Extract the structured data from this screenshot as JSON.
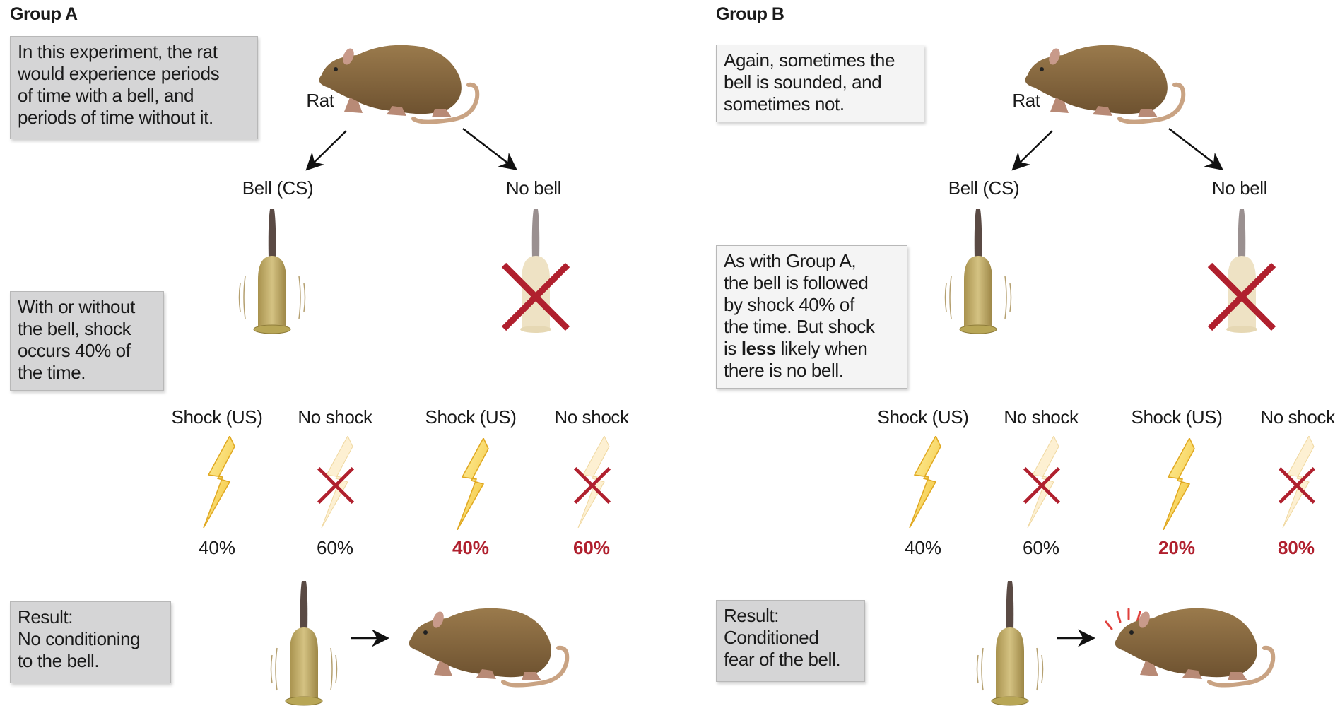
{
  "groups": [
    {
      "title": "Group A",
      "intro_lines": [
        "In this experiment, the rat",
        "would experience periods",
        "of time with a bell, and",
        "periods of time without it."
      ],
      "rat_label": "Rat",
      "branches": [
        "Bell (CS)",
        "No bell"
      ],
      "note_lines": [
        "With or without",
        "the bell, shock",
        "occurs 40% of",
        "the time."
      ],
      "outcomes": [
        {
          "label": "Shock (US)",
          "percent": "40%",
          "highlight": false
        },
        {
          "label": "No shock",
          "percent": "60%",
          "highlight": false
        },
        {
          "label": "Shock (US)",
          "percent": "40%",
          "highlight": true
        },
        {
          "label": "No shock",
          "percent": "60%",
          "highlight": true
        }
      ],
      "result_lines": [
        "Result:",
        "No conditioning",
        "to the bell."
      ]
    },
    {
      "title": "Group B",
      "intro_lines": [
        "Again, sometimes the",
        "bell is sounded, and",
        "sometimes not."
      ],
      "rat_label": "Rat",
      "branches": [
        "Bell (CS)",
        "No bell"
      ],
      "note_lines": [
        "As with Group A,",
        "the bell is followed",
        "by shock 40% of",
        "the time. But shock"
      ],
      "note_line5": {
        "pre": "is ",
        "bold": "less",
        "post": " likely when"
      },
      "note_line6": "there is no bell.",
      "outcomes": [
        {
          "label": "Shock (US)",
          "percent": "40%",
          "highlight": false
        },
        {
          "label": "No shock",
          "percent": "60%",
          "highlight": false
        },
        {
          "label": "Shock (US)",
          "percent": "20%",
          "highlight": true
        },
        {
          "label": "No shock",
          "percent": "80%",
          "highlight": true
        }
      ],
      "result_lines": [
        "Result:",
        "Conditioned",
        "fear of the bell."
      ]
    }
  ],
  "colors": {
    "highlight": "#b0202e",
    "box_grey": "#d5d5d6",
    "box_light": "#f4f4f4",
    "rat": "#8a6a3e",
    "bell": "#c2ad6a",
    "cross": "#b0202e"
  }
}
